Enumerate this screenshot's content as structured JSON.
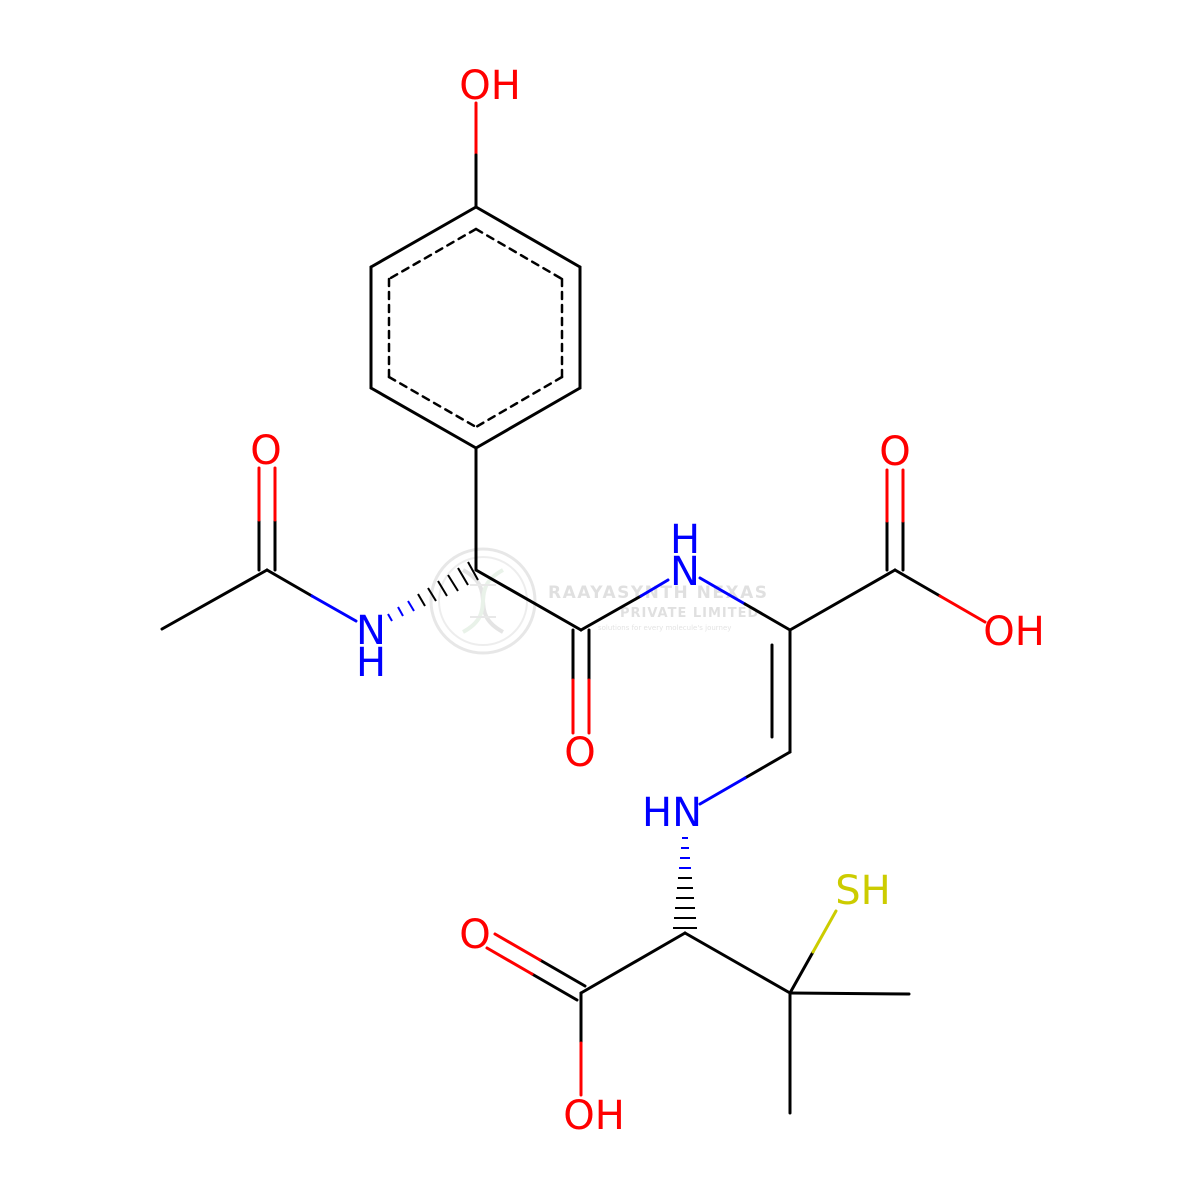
{
  "molecule": {
    "atom_labels": {
      "oh_top": "OH",
      "o_acetyl": "O",
      "n_acetyl": "N",
      "h_acetyl": "H",
      "n_amide": "N",
      "h_amide": "H",
      "o_amide": "O",
      "o_acid_right": "O",
      "oh_acid_right": "OH",
      "hn_vinyl": "HN",
      "sh": "SH",
      "o_acid_bottom": "O",
      "oh_acid_bottom": "OH"
    },
    "colors": {
      "bond": "#000000",
      "oxygen": "#ff0000",
      "nitrogen": "#0000ff",
      "sulfur": "#cccc00",
      "watermark": "#c8c8c8"
    }
  },
  "watermark": {
    "line1": "RAAYASYNTH NEXAS",
    "line2": "PRIVATE LIMITED",
    "tagline": "solutions for every molecule's journey",
    "logo_icon": "dna-helix-icon"
  }
}
